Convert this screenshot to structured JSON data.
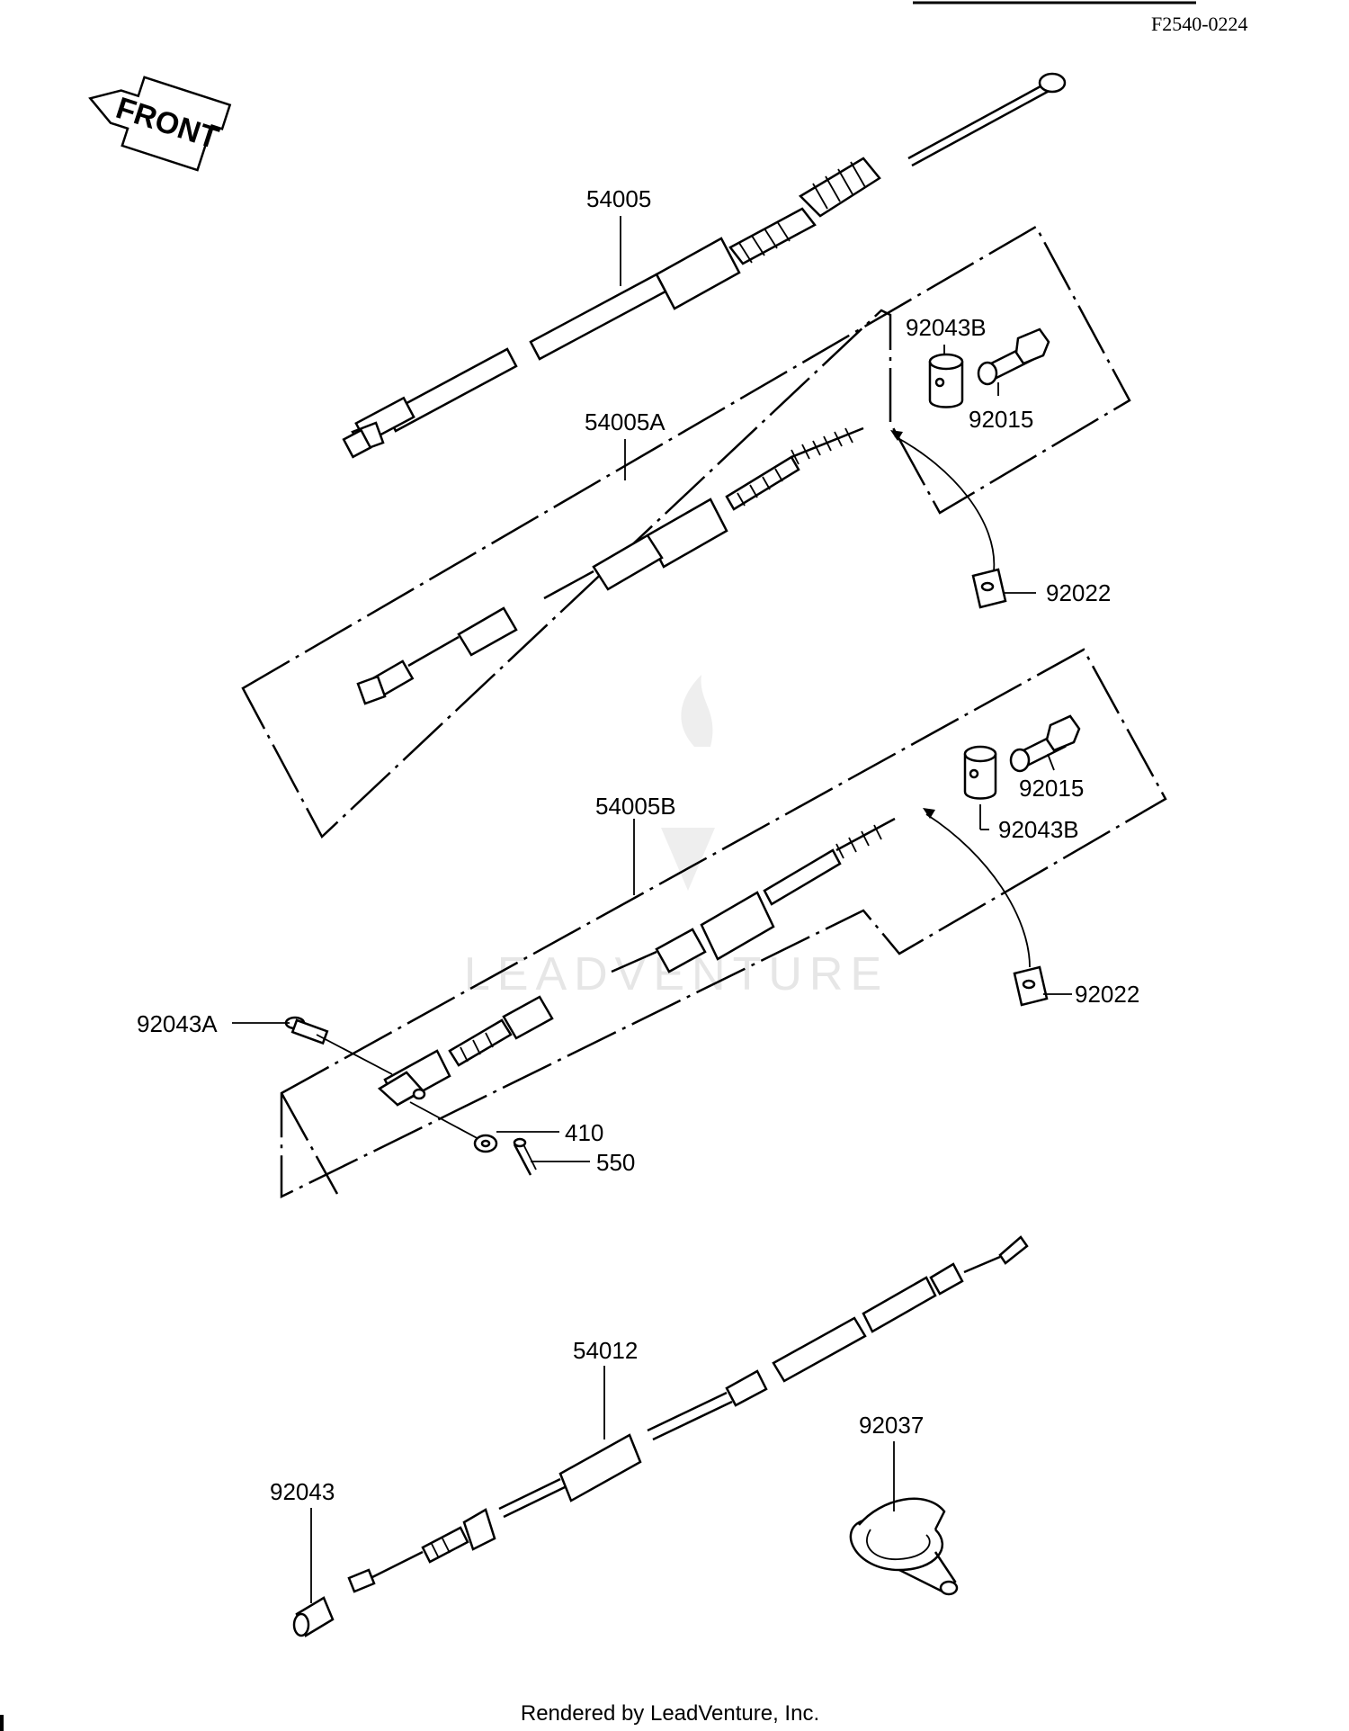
{
  "diagram": {
    "code": "F2540-0224",
    "front_label": "FRONT",
    "watermark": "LEADVENTURE",
    "footer": "Rendered by LeadVenture, Inc.",
    "callouts": {
      "cable_54005": "54005",
      "cable_54005A": "54005A",
      "cable_54005B": "54005B",
      "cable_54012": "54012",
      "nut_a_top": "92043B",
      "bolt_top": "92015",
      "bracket_top": "92022",
      "bolt_mid": "92015",
      "nut_b_mid": "92043B",
      "bracket_mid": "92022",
      "pin_92043A": "92043A",
      "washer_410": "410",
      "cotter_550": "550",
      "clamp_92037": "92037",
      "sleeve_92043": "92043"
    }
  }
}
